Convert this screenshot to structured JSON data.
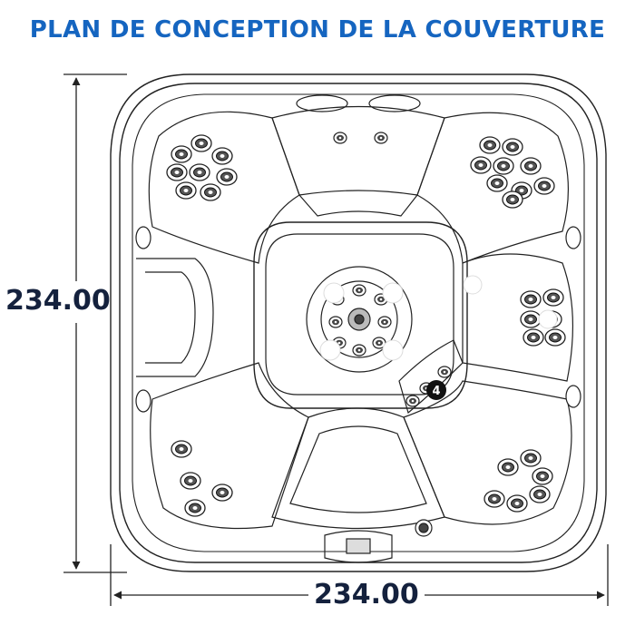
{
  "title": "PLAN DE CONCEPTION DE LA COUVERTURE",
  "colors": {
    "title": "#1565c0",
    "dimension_text": "#14213d",
    "line": "#222222"
  },
  "dimensions": {
    "height": "234.00",
    "width": "234.00"
  },
  "callout": {
    "label": "4"
  }
}
